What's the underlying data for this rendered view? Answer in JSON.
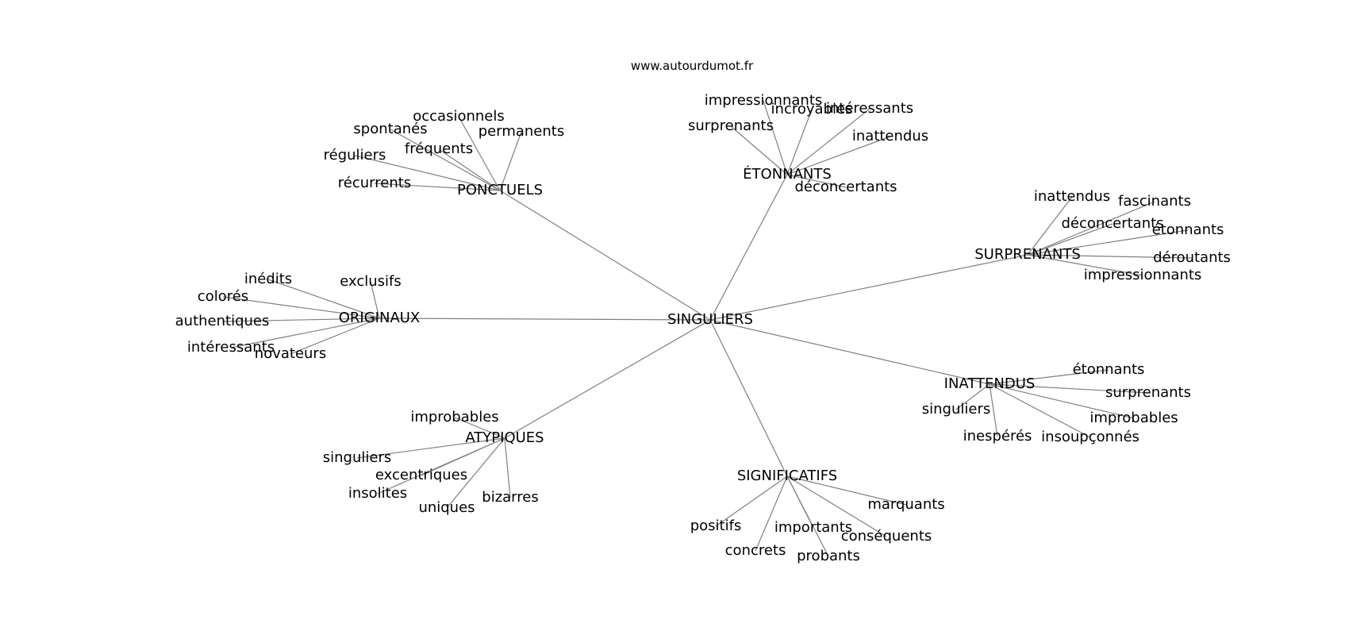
{
  "watermark": "www.autourdumot.fr",
  "graph": {
    "root": "SINGULIERS",
    "groups": [
      {
        "id": "ponctuels",
        "label": "PONCTUELS",
        "children": [
          "occasionnels",
          "spontanés",
          "permanents",
          "fréquents",
          "réguliers",
          "récurrents"
        ]
      },
      {
        "id": "etonnants",
        "label": "ÉTONNANTS",
        "children": [
          "impressionnants",
          "incroyables",
          "intéressants",
          "surprenants",
          "inattendus",
          "déconcertants"
        ]
      },
      {
        "id": "surprenants",
        "label": "SURPRENANTS",
        "children": [
          "inattendus",
          "fascinants",
          "déconcertants",
          "étonnants",
          "déroutants",
          "impressionnants"
        ]
      },
      {
        "id": "originaux",
        "label": "ORIGINAUX",
        "children": [
          "inédits",
          "exclusifs",
          "colorés",
          "authentiques",
          "intéressants",
          "novateurs"
        ]
      },
      {
        "id": "inattendus",
        "label": "INATTENDUS",
        "children": [
          "étonnants",
          "surprenants",
          "singuliers",
          "improbables",
          "inespérés",
          "insoupçonnés"
        ]
      },
      {
        "id": "atypiques",
        "label": "ATYPIQUES",
        "children": [
          "improbables",
          "singuliers",
          "excentriques",
          "insolites",
          "bizarres",
          "uniques"
        ]
      },
      {
        "id": "significatifs",
        "label": "SIGNIFICATIFS",
        "children": [
          "marquants",
          "positifs",
          "importants",
          "conséquents",
          "concrets",
          "probants"
        ]
      }
    ]
  }
}
